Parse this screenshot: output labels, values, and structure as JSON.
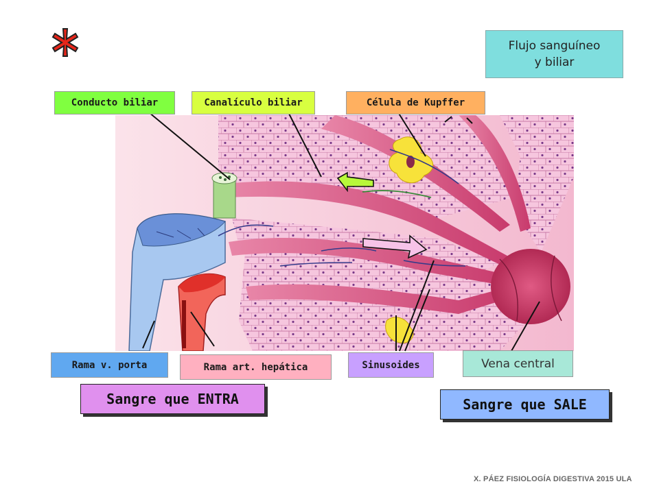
{
  "title": {
    "line1": "Flujo sanguíneo",
    "line2": "y biliar"
  },
  "labels": {
    "conducto_biliar": "Conducto biliar",
    "canaliculo_biliar": "Canalículo biliar",
    "celula_kupffer": "Célula de Kupffer",
    "rama_v_porta": "Rama v. porta",
    "rama_art_hepatica": "Rama art. hepática",
    "sinusoides": "Sinusoides",
    "vena_central": "Vena central"
  },
  "flow": {
    "entra": "Sangre que ENTRA",
    "sale": "Sangre que SALE"
  },
  "footer": "X. PÁEZ   FISIOLOGÍA DIGESTIVA 2015 ULA",
  "colors": {
    "conducto_biliar_bg": "#80ff40",
    "canaliculo_biliar_bg": "#d8ff40",
    "celula_kupffer_bg": "#ffb060",
    "rama_v_porta_bg": "#60a8f0",
    "rama_art_hepatica_bg": "#ffb0c0",
    "sinusoides_bg": "#c8a0ff",
    "vena_central_bg": "#a8e8d8",
    "entra_bg": "#e090ee",
    "sale_bg": "#90b8ff",
    "title_bg": "#7fdede"
  }
}
